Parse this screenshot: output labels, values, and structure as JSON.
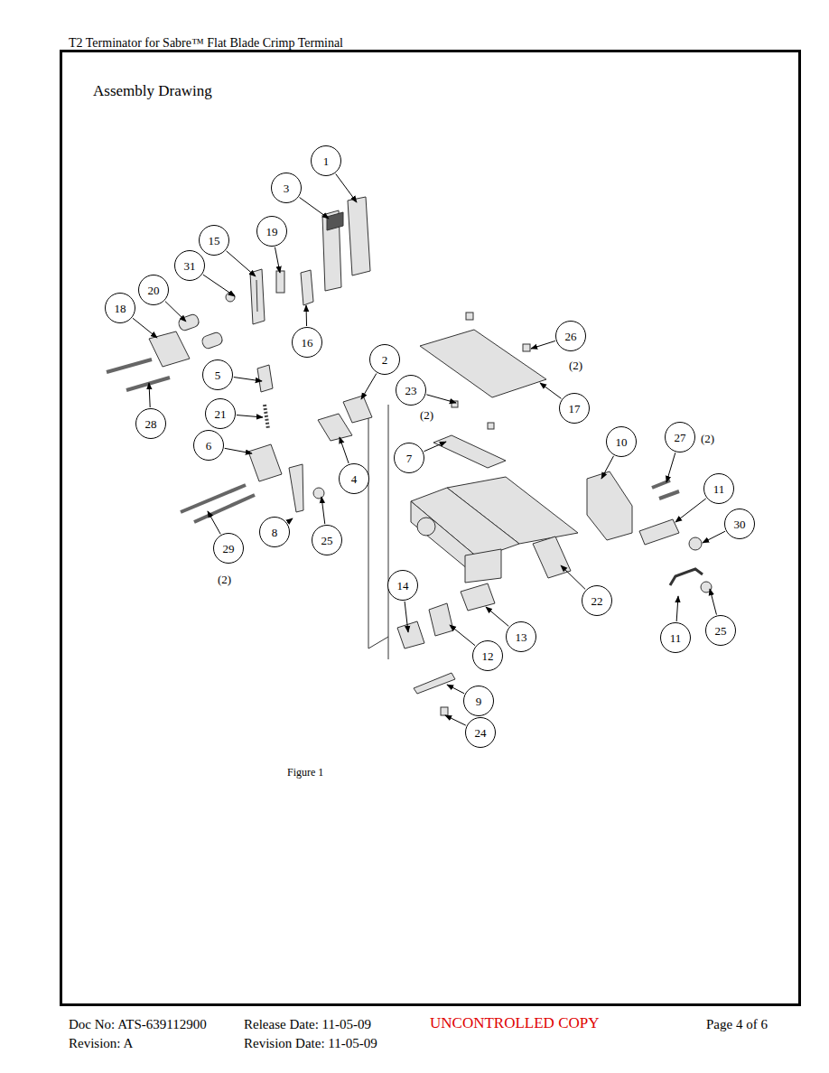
{
  "diagram": {
    "title": "Assembly Drawing",
    "caption": "Figure 1",
    "nodes": [
      {
        "text": [
          "1"
        ]
      },
      {
        "text": [
          "3"
        ]
      },
      {
        "text": [
          "19"
        ]
      },
      {
        "text": [
          "15"
        ]
      },
      {
        "text": [
          "31"
        ]
      },
      {
        "text": [
          "20"
        ]
      },
      {
        "text": [
          "18"
        ]
      },
      {
        "text": [
          "26"
        ]
      },
      {
        "text": [
          "16"
        ]
      },
      {
        "text": [
          "2"
        ]
      },
      {
        "text": [
          "5"
        ]
      },
      {
        "text": [
          "23"
        ]
      },
      {
        "text": [
          "17"
        ]
      },
      {
        "text": [
          "21"
        ]
      },
      {
        "text": [
          "28"
        ]
      },
      {
        "text": [
          "27"
        ]
      },
      {
        "text": [
          "10"
        ]
      },
      {
        "text": [
          "6"
        ]
      },
      {
        "text": [
          "7"
        ]
      },
      {
        "text": [
          "4"
        ]
      },
      {
        "text": [
          "11"
        ]
      },
      {
        "text": [
          "30"
        ]
      },
      {
        "text": [
          "8"
        ]
      },
      {
        "text": [
          "25"
        ]
      },
      {
        "text": [
          "29"
        ]
      },
      {
        "text": [
          "14"
        ]
      },
      {
        "text": [
          "22"
        ]
      },
      {
        "text": [
          "25"
        ]
      },
      {
        "text": [
          "13"
        ]
      },
      {
        "text": [
          "11"
        ]
      },
      {
        "text": [
          "12"
        ]
      },
      {
        "text": [
          "9"
        ]
      },
      {
        "text": [
          "24"
        ]
      }
    ],
    "labels": [
      "T2 Terminator for Sabre™ Flat Blade Crimp Terminal",
      "(2)",
      "(2)",
      "(2)",
      "(2)",
      "Doc No: ATS-639112900",
      "Revision: A",
      "Release Date: 11-05-09",
      "Revision Date: 11-05-09",
      "UNCONTROLLED COPY",
      "Page 4 of 6"
    ]
  }
}
